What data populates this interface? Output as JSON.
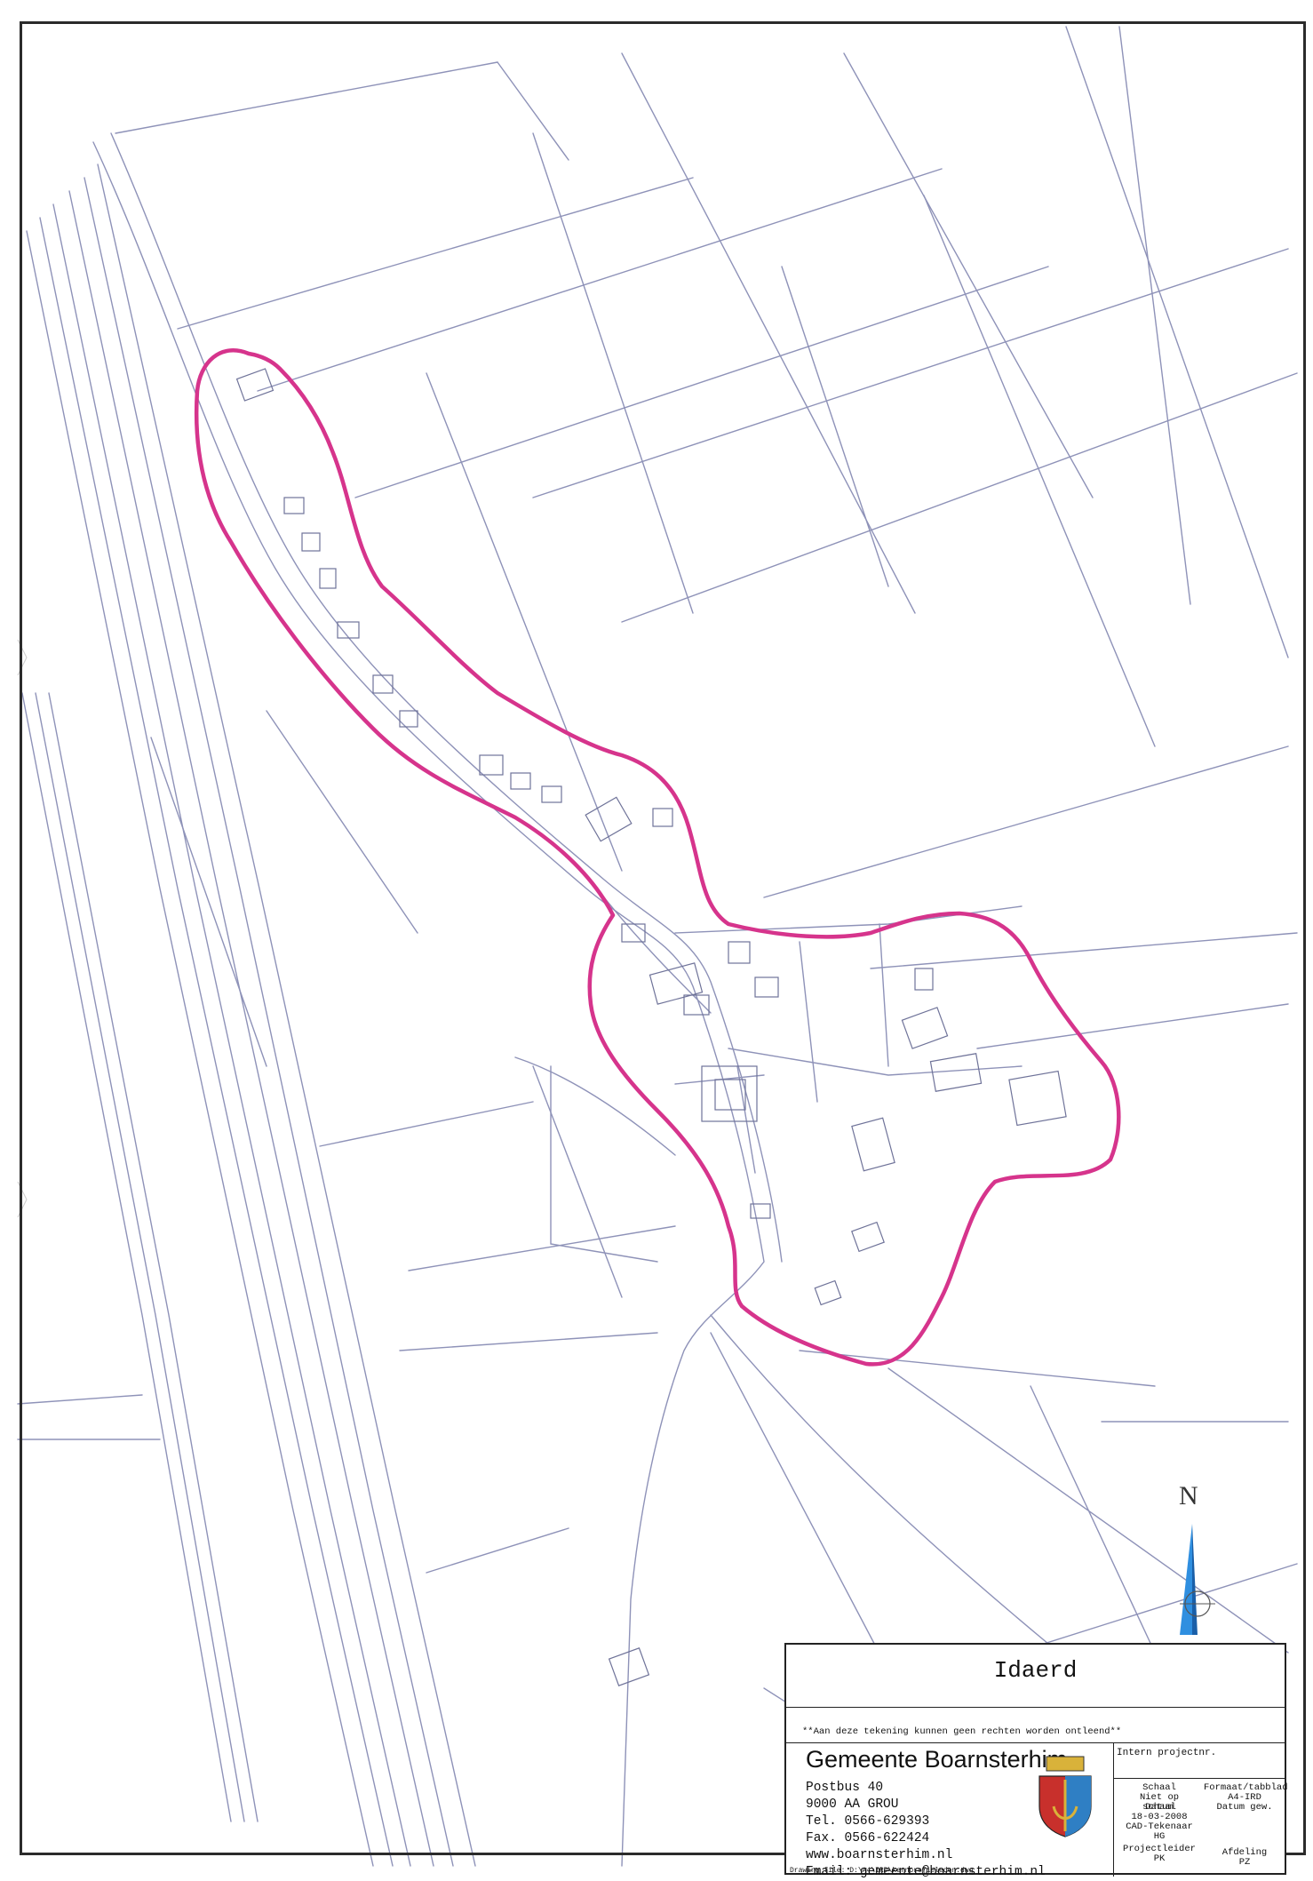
{
  "map": {
    "place_label": "Idaerd",
    "notice": "**Aan deze tekening kunnen geen rechten worden ontleend**",
    "north_label": "N",
    "boundary_color": "#d6348c",
    "road_color": "#8e92b8",
    "frame_color": "#2b2b2b"
  },
  "title_block": {
    "organisation": "Gemeente Boarnsterhim",
    "address_lines": [
      "Postbus 40",
      "9000 AA GROU",
      "Tel.  0566-629393",
      "Fax.  0566-622424",
      "www.boarnsterhim.nl",
      "Email: gemeente@boarnsterhim.nl"
    ],
    "project_label": "Intern projectnr.",
    "schaal_label": "Schaal",
    "schaal_value": "Niet op schaal",
    "datum_label": "Datum",
    "datum_value": "18-03-2008",
    "format_label": "Formaat/tabblad",
    "format_value": "A4-IRD",
    "datum_gew_label": "Datum gew.",
    "cad_label": "CAD-Tekenaar",
    "cad_value": "HG",
    "projectleider_label": "Projectleider",
    "projectleider_value": "PK",
    "afdeling_label": "Afdeling",
    "afdeling_value": "PZ",
    "drawing_file": "Drawing file: D:\\A4\\IRD\\kernprofieleden.dwg"
  }
}
